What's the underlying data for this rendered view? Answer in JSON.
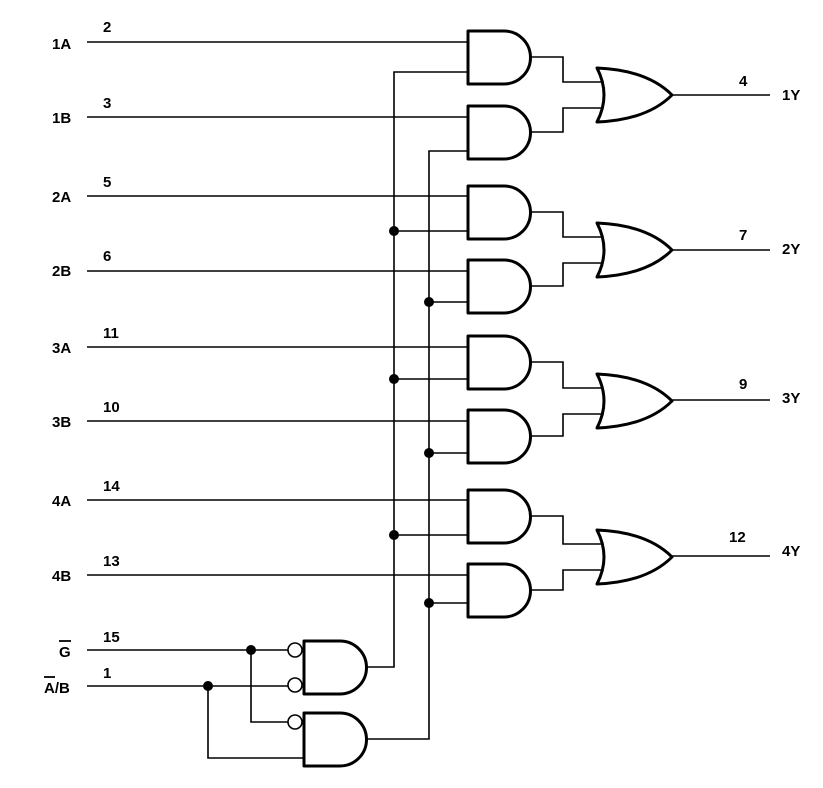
{
  "inputs": [
    {
      "label": "1A",
      "pin": "2"
    },
    {
      "label": "1B",
      "pin": "3"
    },
    {
      "label": "2A",
      "pin": "5"
    },
    {
      "label": "2B",
      "pin": "6"
    },
    {
      "label": "3A",
      "pin": "11"
    },
    {
      "label": "3B",
      "pin": "10"
    },
    {
      "label": "4A",
      "pin": "14"
    },
    {
      "label": "4B",
      "pin": "13"
    }
  ],
  "outputs": [
    {
      "label": "1Y",
      "pin": "4"
    },
    {
      "label": "2Y",
      "pin": "7"
    },
    {
      "label": "3Y",
      "pin": "9"
    },
    {
      "label": "4Y",
      "pin": "12"
    }
  ],
  "control": [
    {
      "label": "G",
      "overbar": "G",
      "pin": "15"
    },
    {
      "label": "A/B",
      "overbar": "A",
      "pin": "1"
    }
  ]
}
